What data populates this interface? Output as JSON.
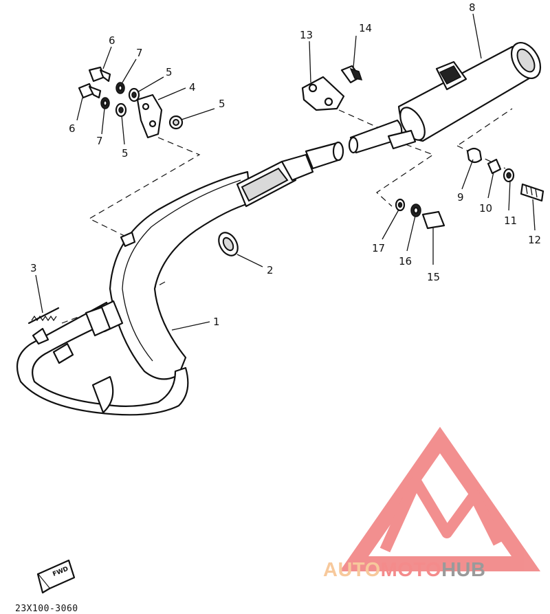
{
  "diagram_code": "23X100-3060",
  "fwd_label": "FWD",
  "watermark": {
    "parts": [
      {
        "text": "AUTO",
        "color": "#f7c99c"
      },
      {
        "text": "MOTO",
        "color": "#f48b8b"
      },
      {
        "text": "HUB",
        "color": "#9a9a9a"
      }
    ],
    "logo_color": "#f07c7c"
  },
  "callouts": [
    {
      "id": "1",
      "label": "1"
    },
    {
      "id": "2",
      "label": "2"
    },
    {
      "id": "3",
      "label": "3"
    },
    {
      "id": "4",
      "label": "4"
    },
    {
      "id": "5a",
      "label": "5"
    },
    {
      "id": "5b",
      "label": "5"
    },
    {
      "id": "5c",
      "label": "5"
    },
    {
      "id": "6a",
      "label": "6"
    },
    {
      "id": "6b",
      "label": "6"
    },
    {
      "id": "7a",
      "label": "7"
    },
    {
      "id": "7b",
      "label": "7"
    },
    {
      "id": "8",
      "label": "8"
    },
    {
      "id": "9",
      "label": "9"
    },
    {
      "id": "10",
      "label": "10"
    },
    {
      "id": "11",
      "label": "11"
    },
    {
      "id": "12",
      "label": "12"
    },
    {
      "id": "13",
      "label": "13"
    },
    {
      "id": "14",
      "label": "14"
    },
    {
      "id": "15",
      "label": "15"
    },
    {
      "id": "16",
      "label": "16"
    },
    {
      "id": "17",
      "label": "17"
    }
  ]
}
